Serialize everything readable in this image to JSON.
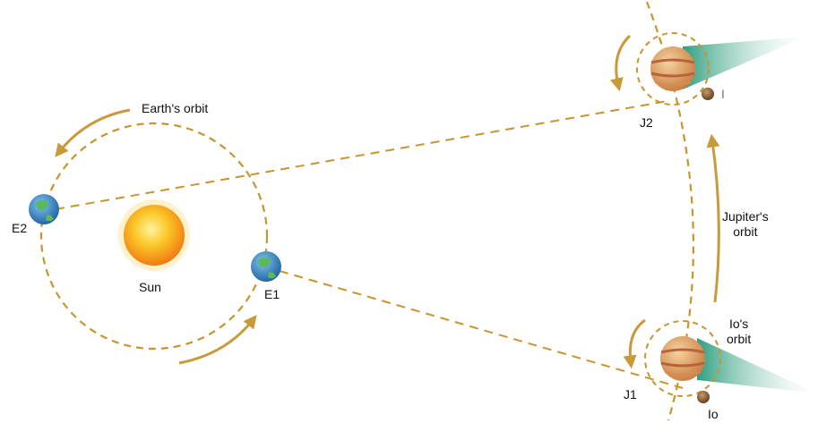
{
  "labels": {
    "earth_orbit": "Earth's orbit",
    "sun": "Sun",
    "e1": "E1",
    "e2": "E2",
    "j1": "J1",
    "j2": "J2",
    "jupiter_orbit_line1": "Jupiter's",
    "jupiter_orbit_line2": "orbit",
    "io_orbit_line1": "Io's",
    "io_orbit_line2": "orbit",
    "io": "Io",
    "io_top": "I"
  },
  "colors": {
    "orbit": "#c8942e",
    "arrow": "#c99a3a",
    "shadow": "#3aa58a",
    "sun_core": "#f9c51e",
    "sun_rim": "#f08a12",
    "earth_ocean": "#2f86c8",
    "earth_land": "#5cb85c",
    "jupiter_base": "#e8a866",
    "jupiter_band": "#b9633a",
    "io_body": "#8a5a32"
  },
  "icons": {
    "sun": "sun-icon",
    "earth": "earth-icon",
    "jupiter": "jupiter-icon",
    "io": "io-moon-icon"
  }
}
